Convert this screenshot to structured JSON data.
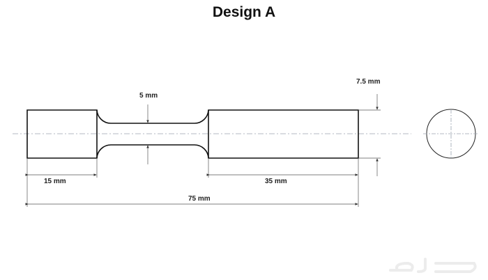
{
  "title": "Design A",
  "dimensions": {
    "neck_diameter": "5 mm",
    "grip_diameter": "7.5 mm",
    "left_grip_length": "15 mm",
    "right_grip_length": "35 mm",
    "total_length": "75 mm"
  },
  "watermark": "حراج",
  "colors": {
    "outline": "#111111",
    "dimension": "#444444",
    "centerline": "#9aa4b0"
  }
}
